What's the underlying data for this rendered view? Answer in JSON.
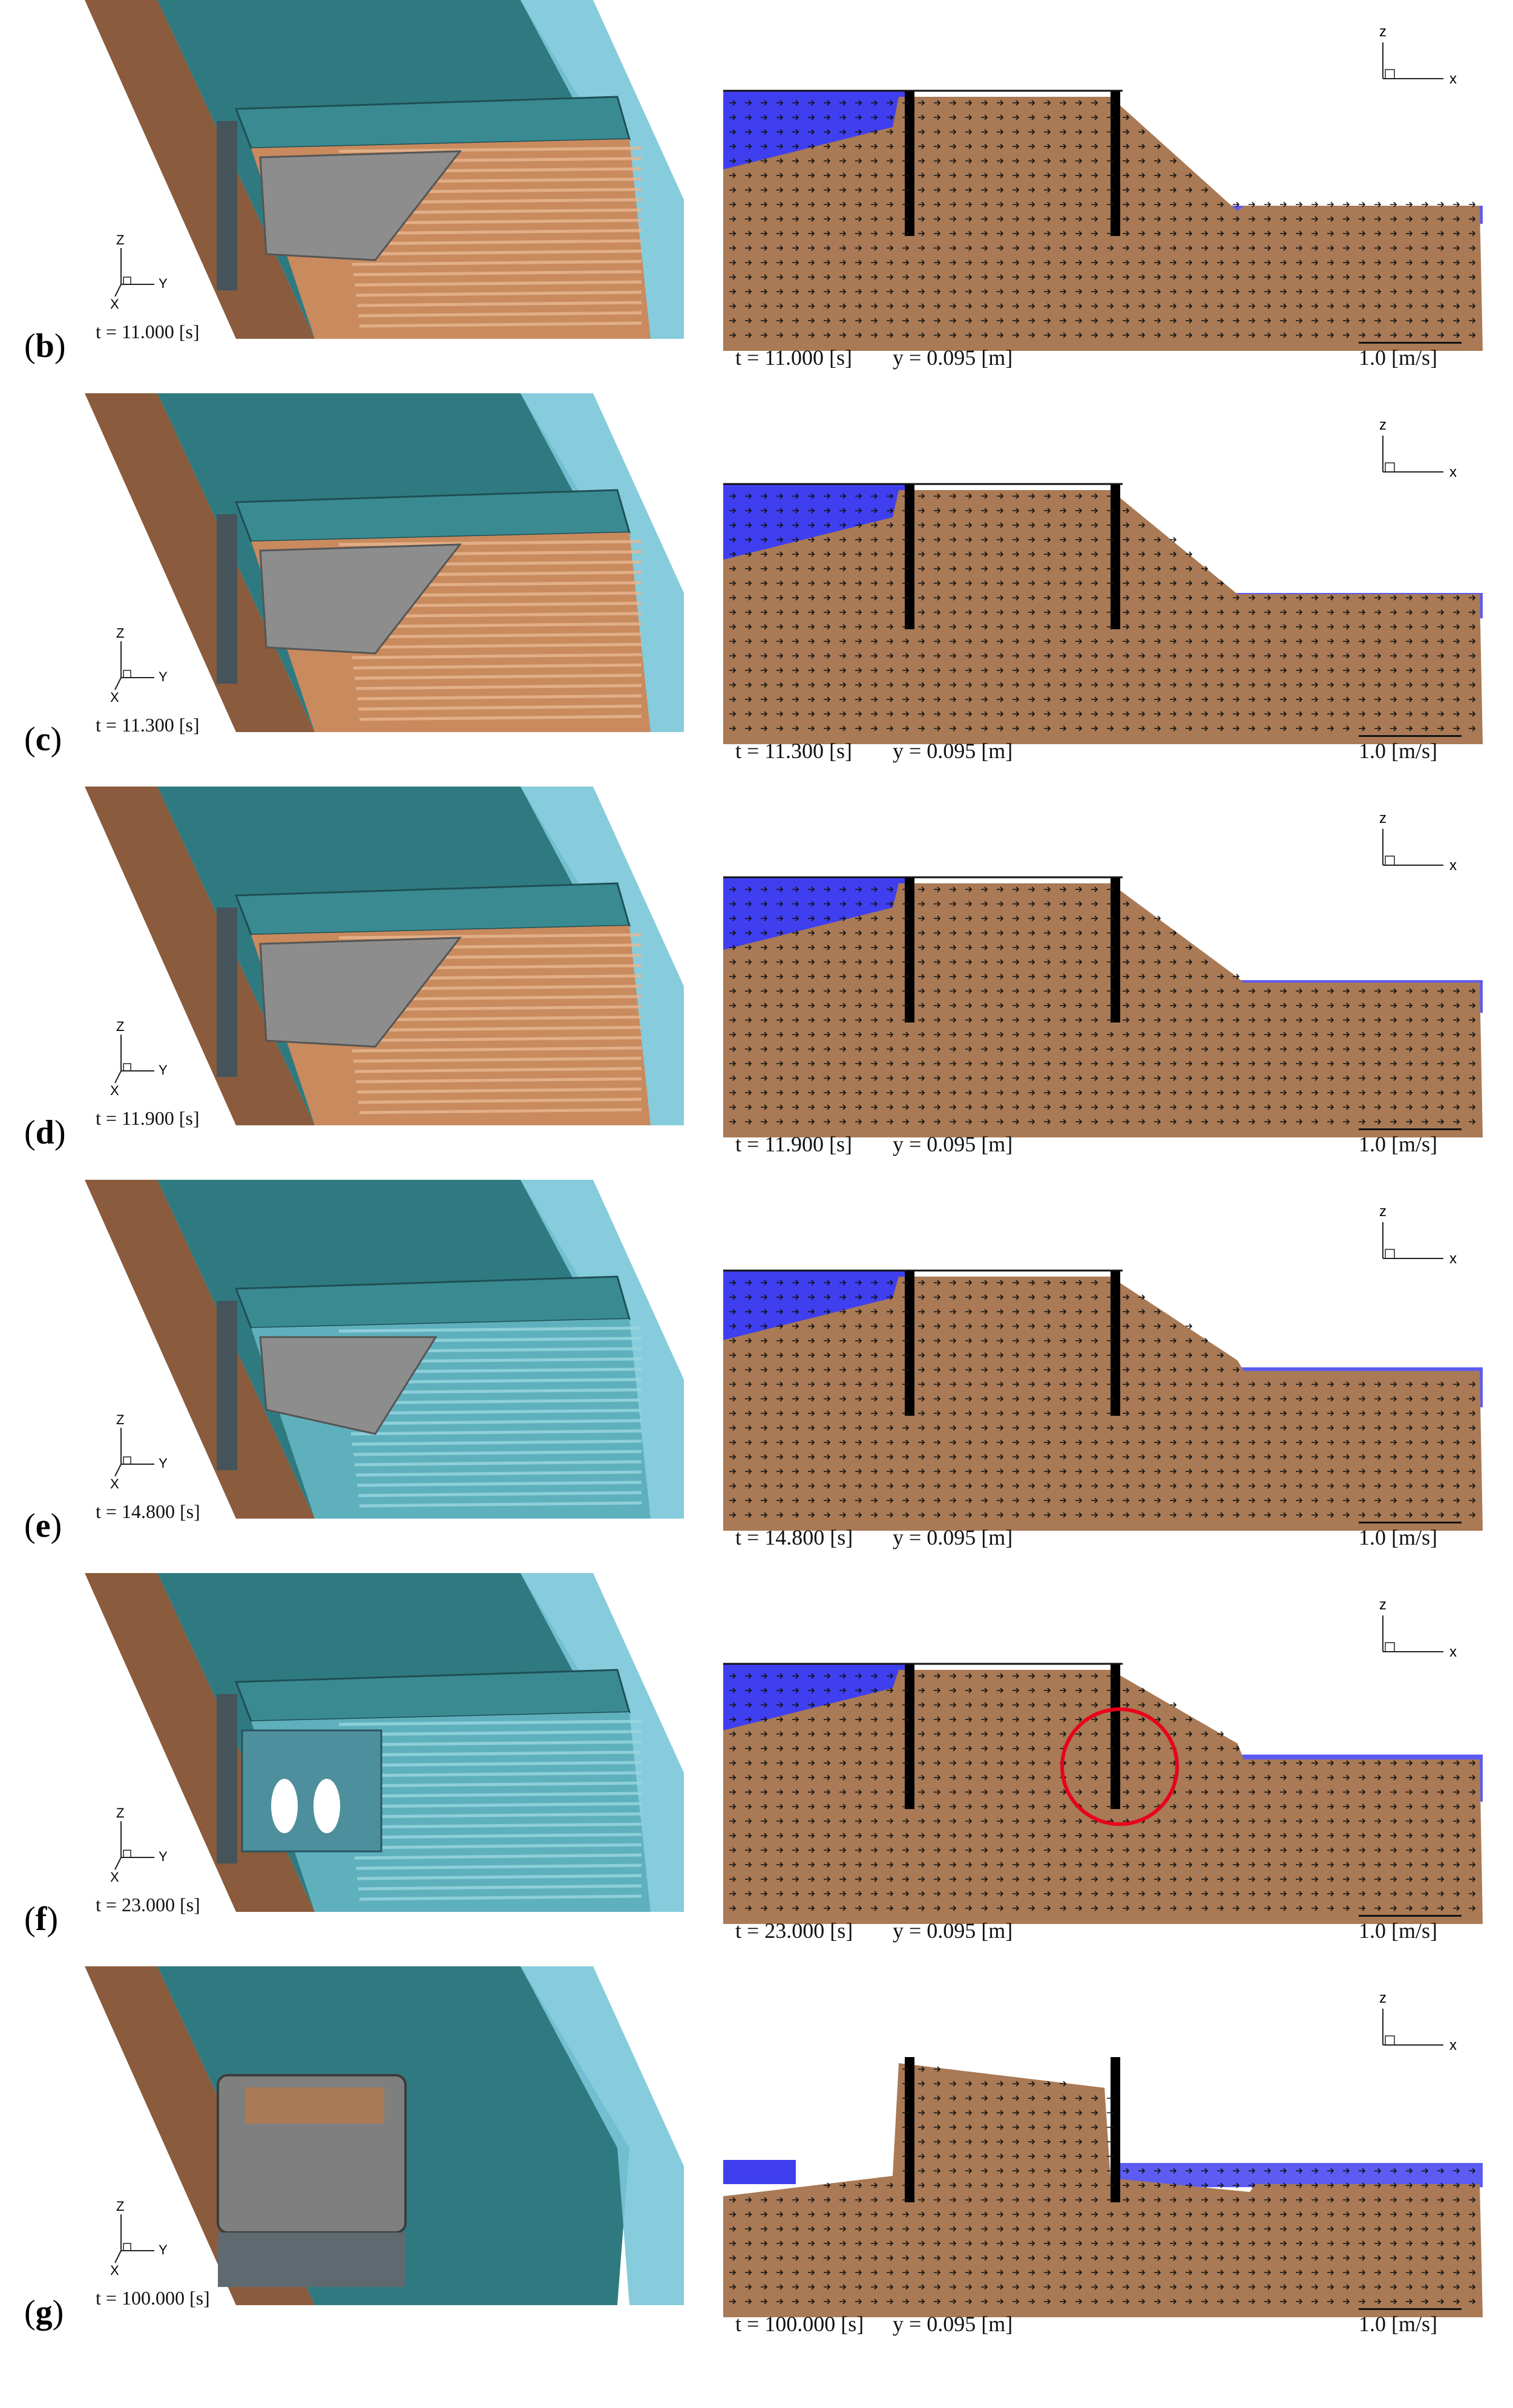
{
  "colors": {
    "soil": "#a97a55",
    "water_2d": "#3f3ff0",
    "water_3d": "#2f7a80",
    "water_light": "#79c6d8",
    "embankment_brown": "#8a5b3c",
    "sheet_pile": "#000000",
    "gray_structure": "#8d8d8d",
    "highlight_circle": "#e8001c"
  },
  "icons": {
    "arrow": "velocity-vector-icon",
    "axes": "axis-triad-icon"
  },
  "axes_3d": {
    "z": "Z",
    "y": "Y",
    "x": "X"
  },
  "axes_2d": {
    "z": "z",
    "x": "x"
  },
  "panels": [
    {
      "label": "b",
      "time": "t = 11.000 [s]",
      "y": "y = 0.095 [m]",
      "scale": "1.0 [m/s]",
      "stage": 0
    },
    {
      "label": "c",
      "time": "t = 11.300 [s]",
      "y": "y = 0.095 [m]",
      "scale": "1.0 [m/s]",
      "stage": 1
    },
    {
      "label": "d",
      "time": "t = 11.900 [s]",
      "y": "y = 0.095 [m]",
      "scale": "1.0 [m/s]",
      "stage": 2
    },
    {
      "label": "e",
      "time": "t = 14.800 [s]",
      "y": "y = 0.095 [m]",
      "scale": "1.0 [m/s]",
      "stage": 3
    },
    {
      "label": "f",
      "time": "t = 23.000 [s]",
      "y": "y = 0.095 [m]",
      "scale": "1.0 [m/s]",
      "stage": 4
    },
    {
      "label": "g",
      "time": "t = 100.000 [s]",
      "y": "y = 0.095 [m]",
      "scale": "1.0 [m/s]",
      "stage": 5
    }
  ]
}
